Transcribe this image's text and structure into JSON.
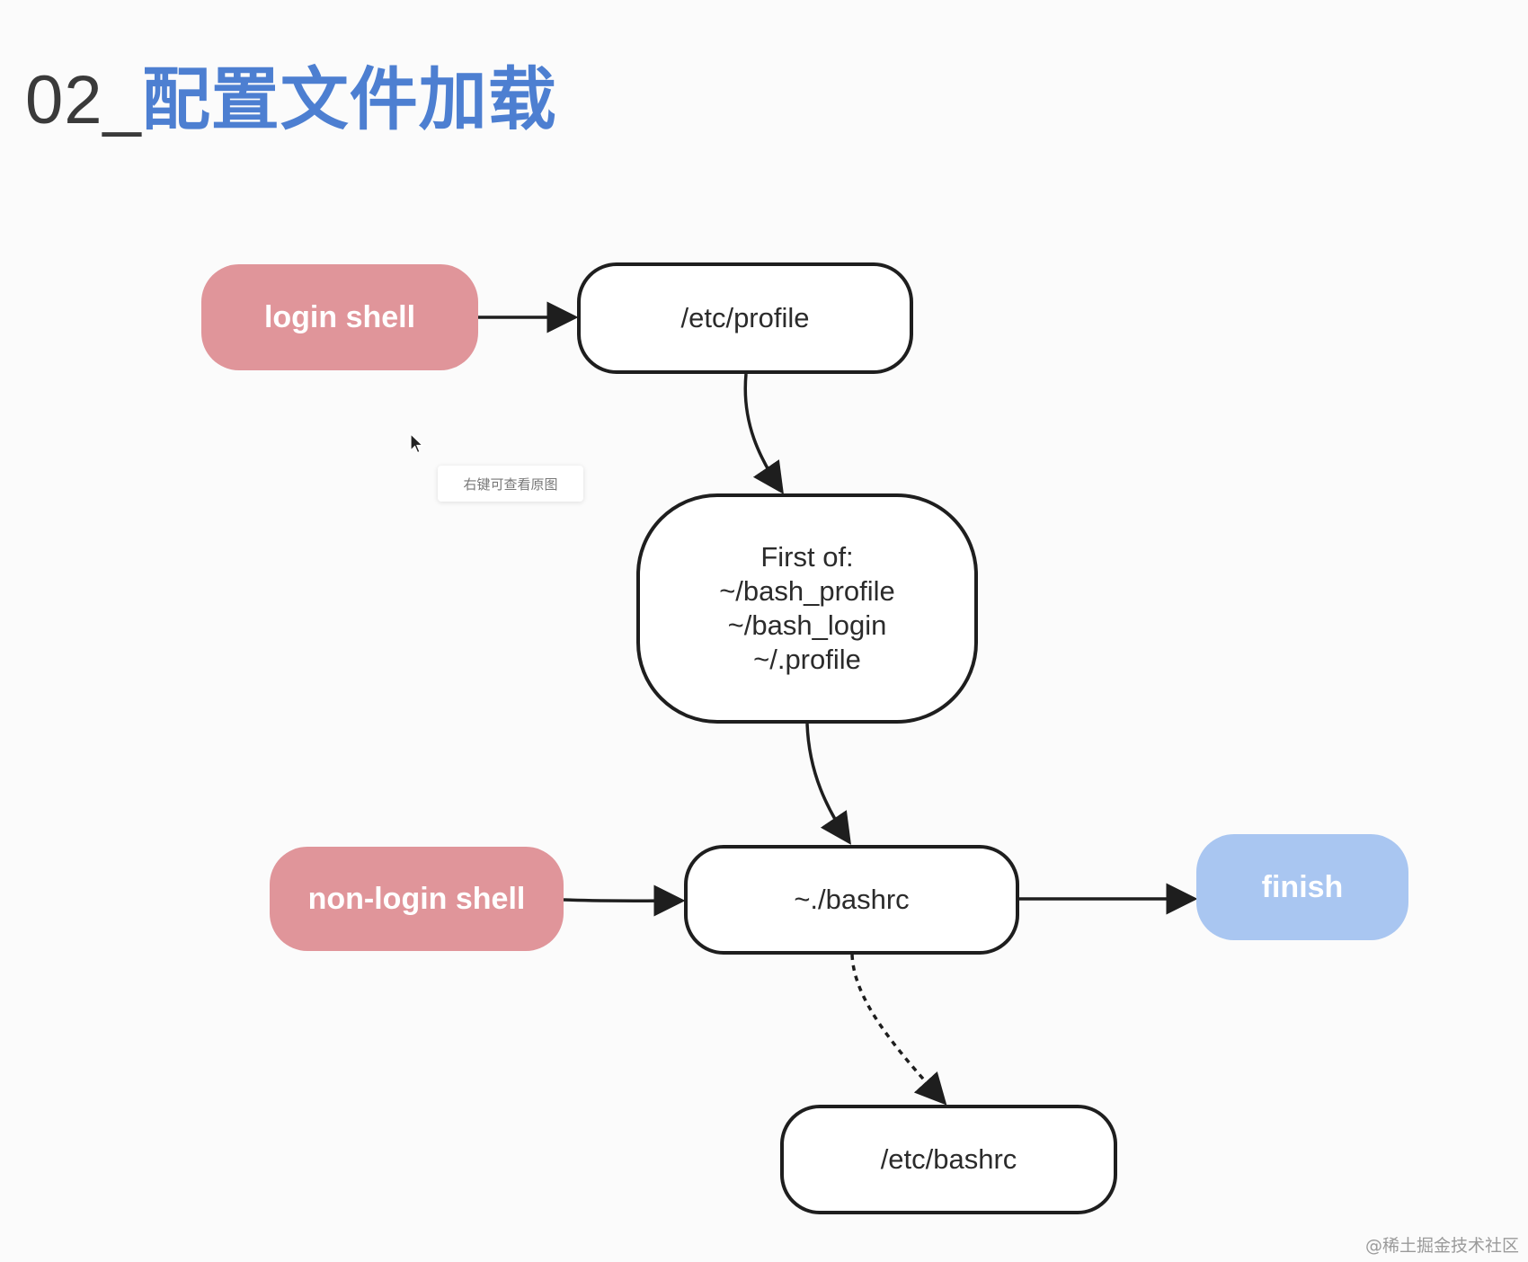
{
  "title": {
    "number": "02_",
    "text": "配置文件加载"
  },
  "nodes": {
    "login_shell": "login shell",
    "etc_profile": "/etc/profile",
    "first_of": {
      "heading": "First of:",
      "items": [
        "~/bash_profile",
        "~/bash_login",
        "~/.profile"
      ]
    },
    "non_login_shell": "non-login shell",
    "bashrc": "~./bashrc",
    "finish": "finish",
    "etc_bashrc": "/etc/bashrc"
  },
  "tooltip": "右键可查看原图",
  "watermark": "@稀土掘金技术社区",
  "colors": {
    "start_node": "#e0959a",
    "end_node": "#a9c6f1",
    "title_accent": "#4d7fd1",
    "edge": "#1e1e1e"
  }
}
